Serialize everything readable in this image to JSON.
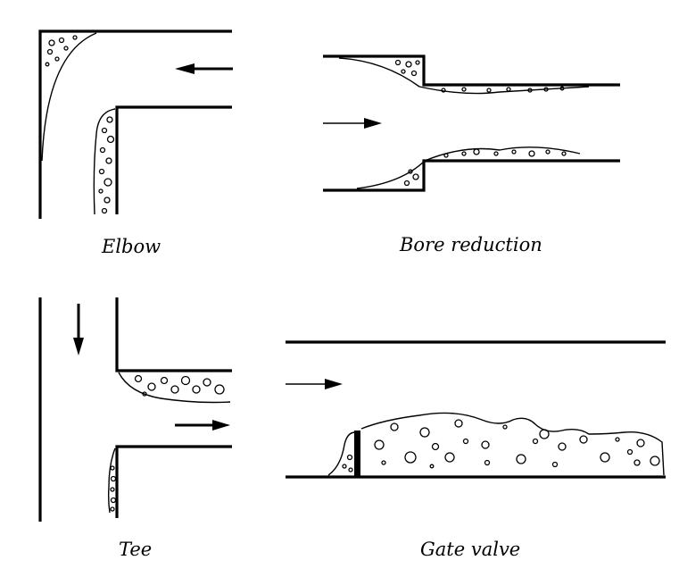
{
  "figure": {
    "panels": [
      {
        "id": "elbow",
        "caption": "Elbow"
      },
      {
        "id": "bore-reduction",
        "caption": "Bore reduction"
      },
      {
        "id": "tee",
        "caption": "Tee"
      },
      {
        "id": "gate-valve",
        "caption": "Gate valve"
      }
    ]
  }
}
